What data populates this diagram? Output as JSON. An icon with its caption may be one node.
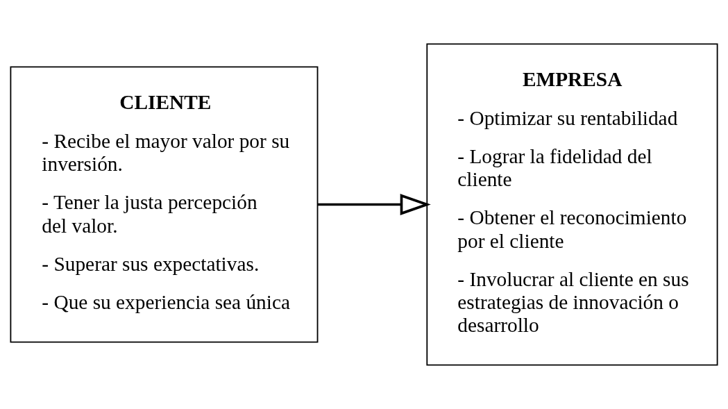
{
  "diagram": {
    "nodes": [
      {
        "text": [
          "CLIENTE",
          "- Recibe el mayor valor por su inversión.",
          "- Tener la justa percepción del valor.",
          "- Superar sus expectativas.",
          "- Que su experiencia sea única"
        ]
      },
      {
        "text": [
          "EMPRESA",
          "- Optimizar su rentabilidad",
          "- Lograr la fidelidad del cliente",
          "- Obtener el reconocimiento por el cliente",
          "- Involucrar al cliente en sus estrategias de innovación o desarrollo"
        ]
      }
    ],
    "edges": [
      {
        "from": 0,
        "to": 1,
        "arrow": "to"
      }
    ]
  }
}
